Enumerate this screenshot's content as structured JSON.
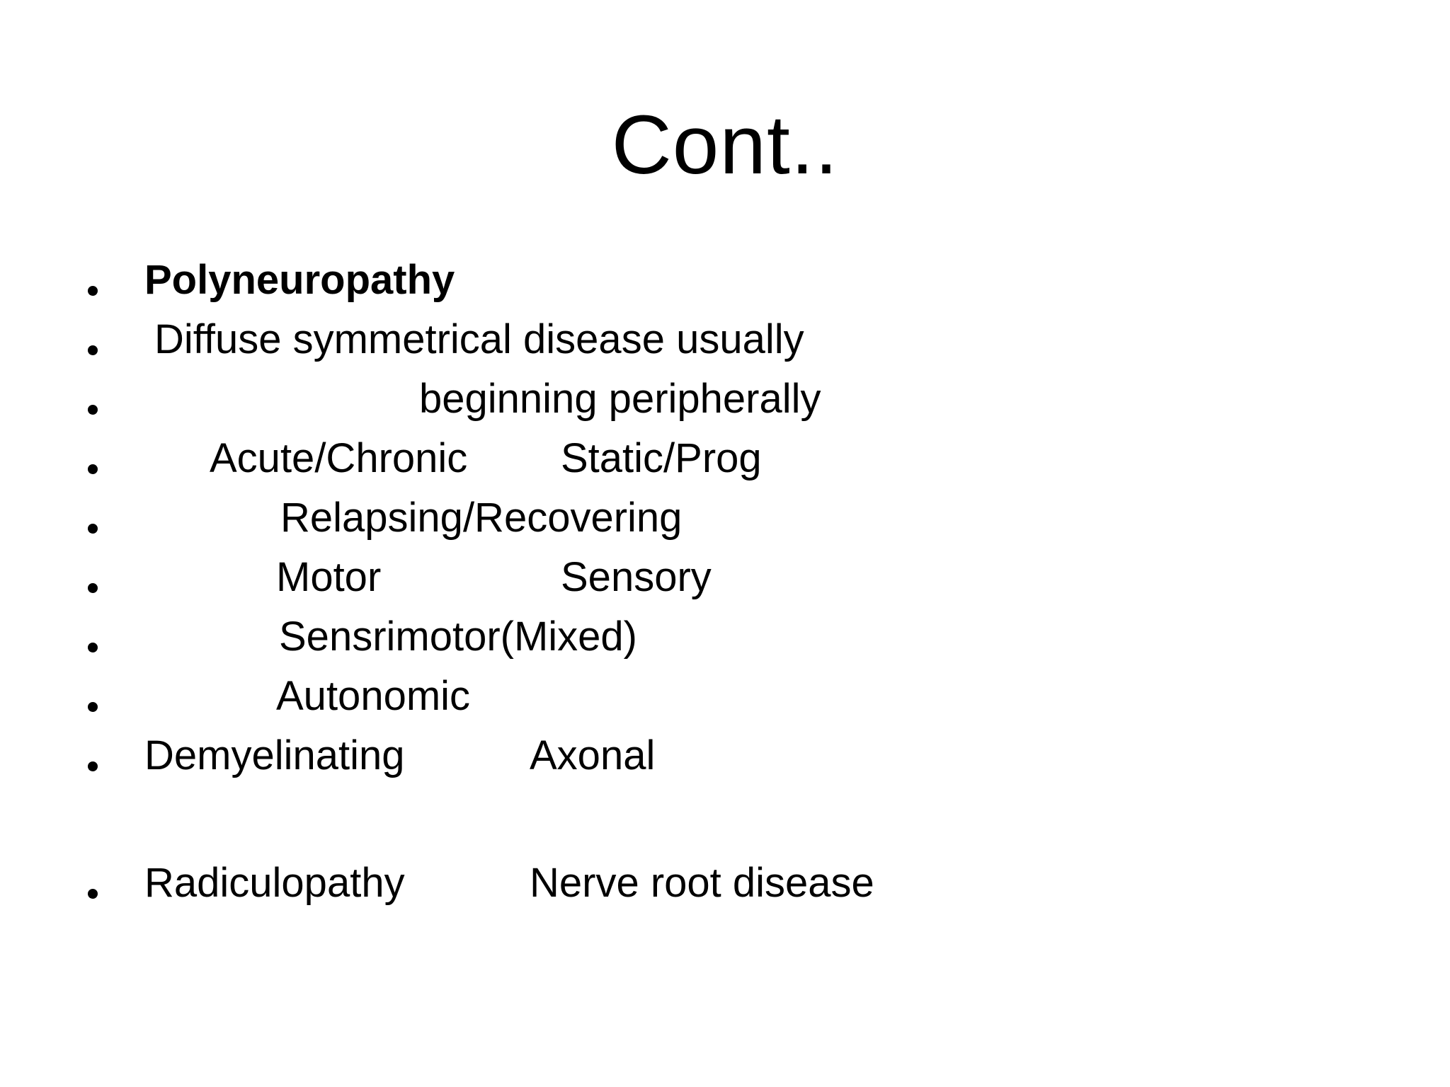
{
  "slide": {
    "title": "Cont..",
    "bullets": [
      {
        "left": "Polyneuropathy",
        "right": ""
      },
      {
        "left": "Diffuse symmetrical disease usually",
        "right": ""
      },
      {
        "left": "beginning peripherally",
        "right": ""
      },
      {
        "left": "Acute/Chronic",
        "right": "Static/Prog"
      },
      {
        "left": "Relapsing/Recovering",
        "right": ""
      },
      {
        "left": "Motor",
        "right": "Sensory"
      },
      {
        "left": "Sensrimotor(Mixed)",
        "right": ""
      },
      {
        "left": "Autonomic",
        "right": ""
      },
      {
        "left": "Demyelinating",
        "right": "Axonal"
      },
      {
        "left": "Radiculopathy",
        "right": "Nerve root disease"
      }
    ]
  }
}
